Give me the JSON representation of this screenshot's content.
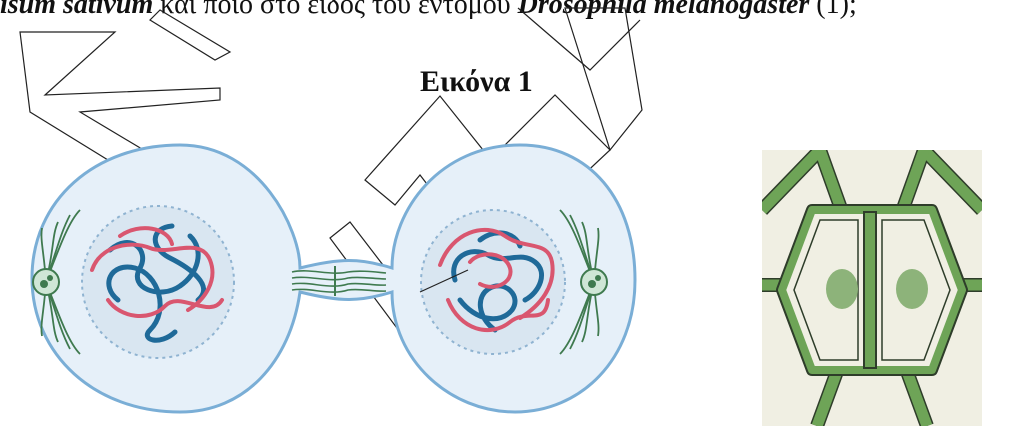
{
  "text": {
    "line_fragment_1": "isum sativum",
    "line_fragment_2": " και ποιο στο είδος του εντόμου ",
    "line_fragment_3": "Drosophila melanogaster",
    "line_fragment_4": " (1);"
  },
  "figure": {
    "title": "Εικόνα 1"
  },
  "colors": {
    "cytoplasm": "#e6f0f9",
    "membrane": "#7aaed6",
    "nucleus": "#d9e6f1",
    "chromosome_blue": "#1f6a99",
    "chromosome_red": "#d9566f",
    "spindle": "#3f7a4f",
    "plant_wall": "#6ea457",
    "plant_background": "#f0efe3",
    "plant_nucleus": "#8db37a"
  }
}
